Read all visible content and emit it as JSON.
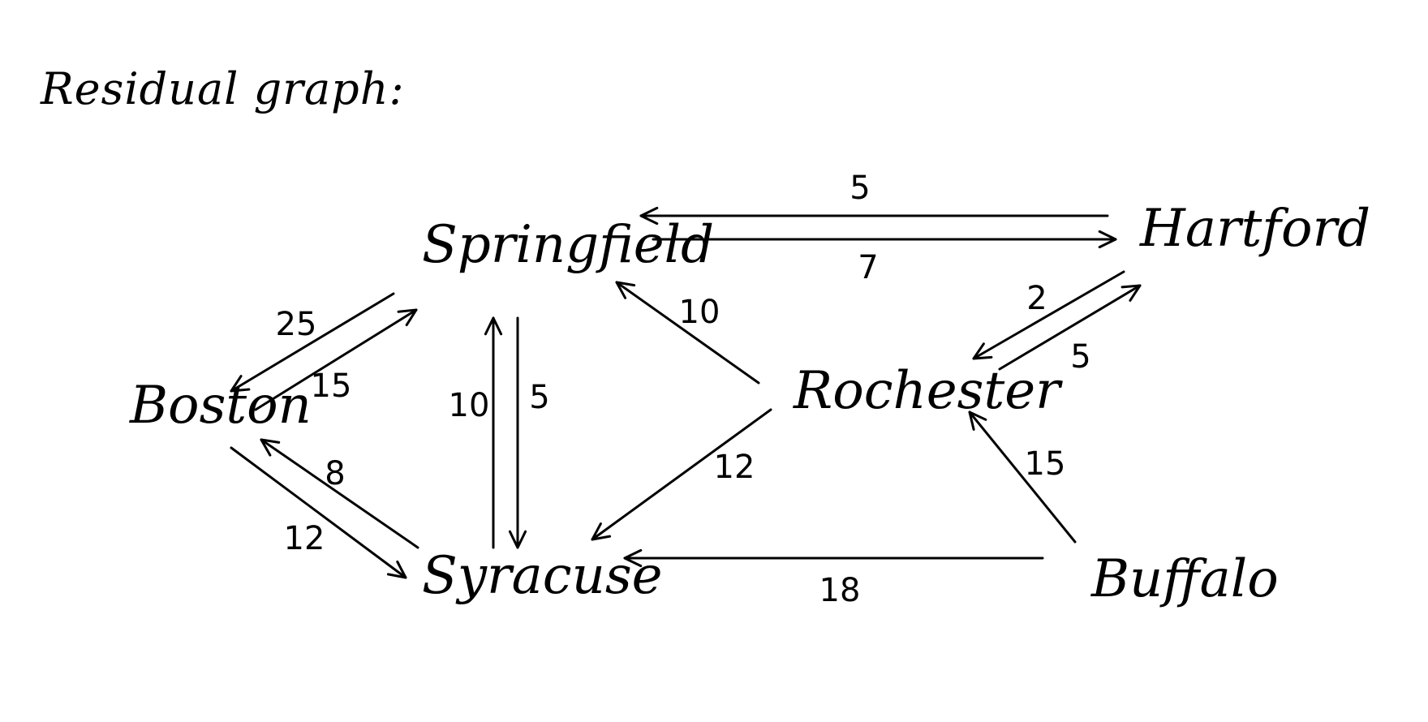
{
  "title": "Residual graph:",
  "nodes": {
    "springfield": "Springfield",
    "hartford": "Hartford",
    "boston": "Boston",
    "rochester": "Rochester",
    "syracuse": "Syracuse",
    "buffalo": "Buffalo"
  },
  "edges": [
    {
      "from": "Hartford",
      "to": "Springfield",
      "weight": "5"
    },
    {
      "from": "Springfield",
      "to": "Hartford",
      "weight": "7"
    },
    {
      "from": "Springfield",
      "to": "Boston",
      "weight": "25"
    },
    {
      "from": "Boston",
      "to": "Springfield",
      "weight": "15"
    },
    {
      "from": "Syracuse",
      "to": "Springfield",
      "weight": "10"
    },
    {
      "from": "Springfield",
      "to": "Syracuse",
      "weight": "5"
    },
    {
      "from": "Rochester",
      "to": "Springfield",
      "weight": "10"
    },
    {
      "from": "Hartford",
      "to": "Rochester",
      "weight": "2"
    },
    {
      "from": "Rochester",
      "to": "Hartford",
      "weight": "5"
    },
    {
      "from": "Syracuse",
      "to": "Boston",
      "weight": "8"
    },
    {
      "from": "Boston",
      "to": "Syracuse",
      "weight": "12"
    },
    {
      "from": "Rochester",
      "to": "Syracuse",
      "weight": "12"
    },
    {
      "from": "Buffalo",
      "to": "Rochester",
      "weight": "15"
    },
    {
      "from": "Buffalo",
      "to": "Syracuse",
      "weight": "18"
    }
  ]
}
